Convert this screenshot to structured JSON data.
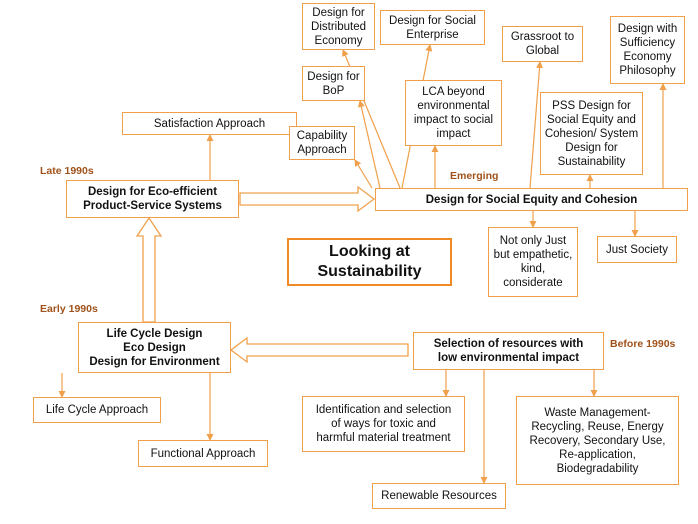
{
  "colors": {
    "line": "#f0a04b",
    "center_border": "#f08a24",
    "era_text": "#a0521a"
  },
  "eras": {
    "late_1990s": "Late 1990s",
    "early_1990s": "Early 1990s",
    "emerging": "Emerging",
    "before_1990s": "Before 1990s"
  },
  "center": "Looking at\nSustainability",
  "main_nodes": {
    "eco_efficient_pss": "Design for Eco-efficient\nProduct-Service Systems",
    "social_equity": "Design for Social Equity and Cohesion",
    "lifecycle_design": "Life Cycle Design\nEco Design\nDesign for Environment",
    "selection_resources": "Selection of resources with\nlow environmental impact"
  },
  "nodes": {
    "satisfaction": "Satisfaction Approach",
    "distributed": "Design for\nDistributed\nEconomy",
    "social_enterprise": "Design for Social\nEnterprise",
    "grassroot": "Grassroot to\nGlobal",
    "sufficiency": "Design with\nSufficiency\nEconomy\nPhilosophy",
    "bop": "Design for\nBoP",
    "lca_beyond": "LCA beyond\nenvironmental\nimpact to social\nimpact",
    "pss_design": "PSS Design for\nSocial Equity and\nCohesion/ System\nDesign for\nSustainability",
    "capability": "Capability\nApproach",
    "not_only_just": "Not only Just\nbut empathetic,\nkind,\nconsiderate",
    "just_society": "Just Society",
    "lifecycle_approach": "Life Cycle Approach",
    "functional": "Functional Approach",
    "identification": "Identification and selection\nof ways for toxic and\nharmful material treatment",
    "renewable": "Renewable Resources",
    "waste": "Waste Management-\nRecycling, Reuse, Energy\nRecovery, Secondary Use,\nRe-application,\nBiodegradability"
  }
}
